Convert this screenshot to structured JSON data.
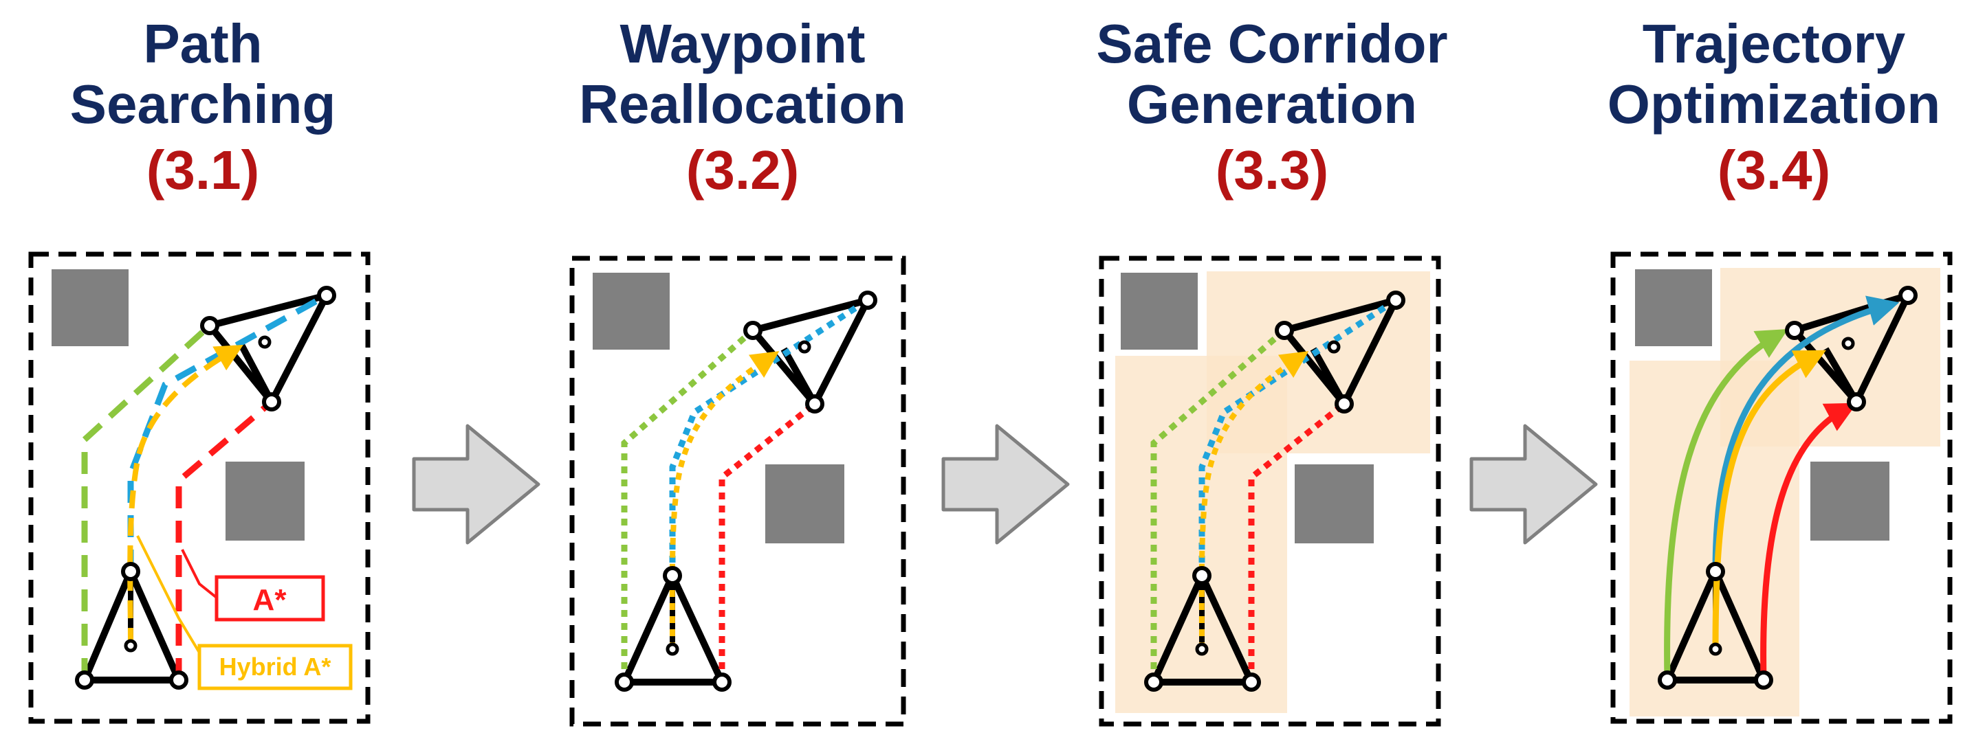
{
  "stages": [
    {
      "line1": "Path",
      "line2": "Searching",
      "number": "(3.1)"
    },
    {
      "line1": "Waypoint",
      "line2": "Reallocation",
      "number": "(3.2)"
    },
    {
      "line1": "Safe Corridor",
      "line2": "Generation",
      "number": "(3.3)"
    },
    {
      "line1": "Trajectory",
      "line2": "Optimization",
      "number": "(3.4)"
    }
  ],
  "legend": {
    "astar": "A*",
    "hybrid_astar": "Hybrid A*"
  },
  "colors": {
    "title": "#13295e",
    "number": "#b51414",
    "green": "#8cc63f",
    "blue": "#1fa4dc",
    "yellow": "#ffc000",
    "red": "#ff1a1a",
    "obstacle": "#808080",
    "corridor": "#fbe5c8",
    "arrow_fill": "#d9d9d9"
  }
}
